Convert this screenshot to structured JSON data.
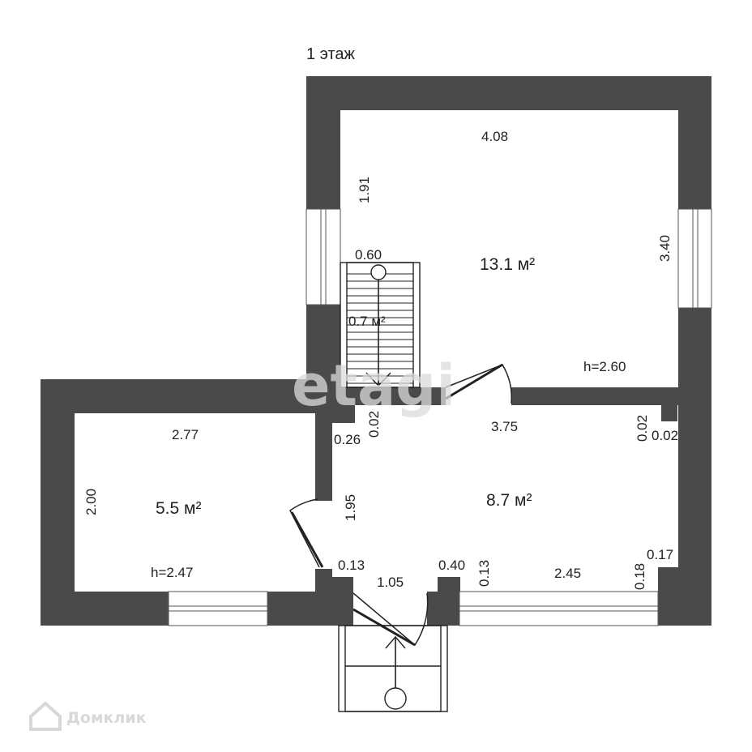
{
  "floor_title": "1 этаж",
  "watermark": "etagi",
  "brand": "Домклик",
  "rooms": {
    "upper": {
      "area": "13.1 м²",
      "height": "h=2.60",
      "width_top": "4.08",
      "side_left": "1.91",
      "side_right": "3.40"
    },
    "stair": {
      "width": "0.60",
      "area": "0.7 м²"
    },
    "hall": {
      "area": "8.7 м²",
      "top": "3.75",
      "left": "1.95"
    },
    "left": {
      "area": "5.5 м²",
      "height": "h=2.47",
      "top": "2.77",
      "side": "2.00"
    }
  },
  "dims": {
    "d_0_02_a": "0.02",
    "d_0_26": "0.26",
    "d_0_02_b": "0.02",
    "d_0_02_c": "0.02",
    "d_0_13_a": "0.13",
    "d_1_05": "1.05",
    "d_0_40": "0.40",
    "d_0_13_b": "0.13",
    "d_2_45": "2.45",
    "d_0_18": "0.18",
    "d_0_17": "0.17"
  },
  "colors": {
    "wall": "#4a4a4a",
    "line": "#222222"
  }
}
